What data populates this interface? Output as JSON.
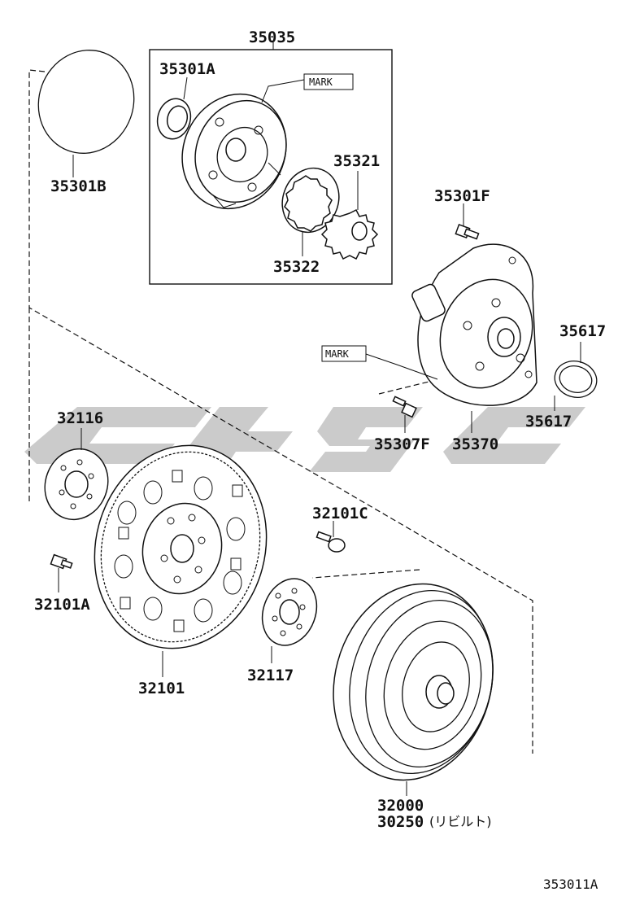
{
  "diagram": {
    "ref_code": "353011A",
    "mark_text": "MARK",
    "parts": {
      "p35035": "35035",
      "p35301A": "35301A",
      "p35301B": "35301B",
      "p35321": "35321",
      "p35322": "35322",
      "p35301F": "35301F",
      "p35617a": "35617",
      "p35617b": "35617",
      "p35307F": "35307F",
      "p35370": "35370",
      "p32116": "32116",
      "p32101C": "32101C",
      "p32101A": "32101A",
      "p32101": "32101",
      "p32117": "32117",
      "p32000": "32000",
      "p30250": "30250",
      "p30250_note": "(リビルト)"
    }
  }
}
